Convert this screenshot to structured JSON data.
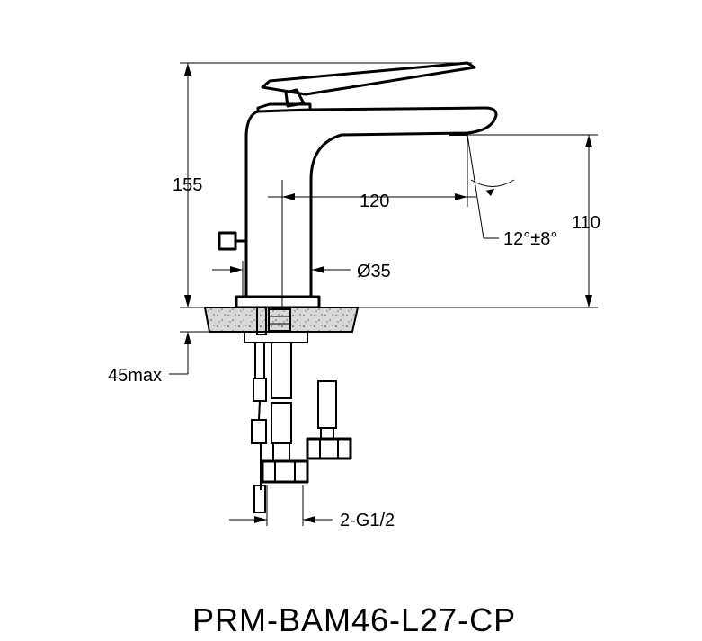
{
  "dimensions": {
    "height_total": "155",
    "spout_reach": "120",
    "spout_angle": "12°±8°",
    "spout_height": "110",
    "body_diameter": "Ø35",
    "deck_thickness": "45max",
    "connection": "2-G1/2"
  },
  "model_code": "PRM-BAM46-L27-CP"
}
